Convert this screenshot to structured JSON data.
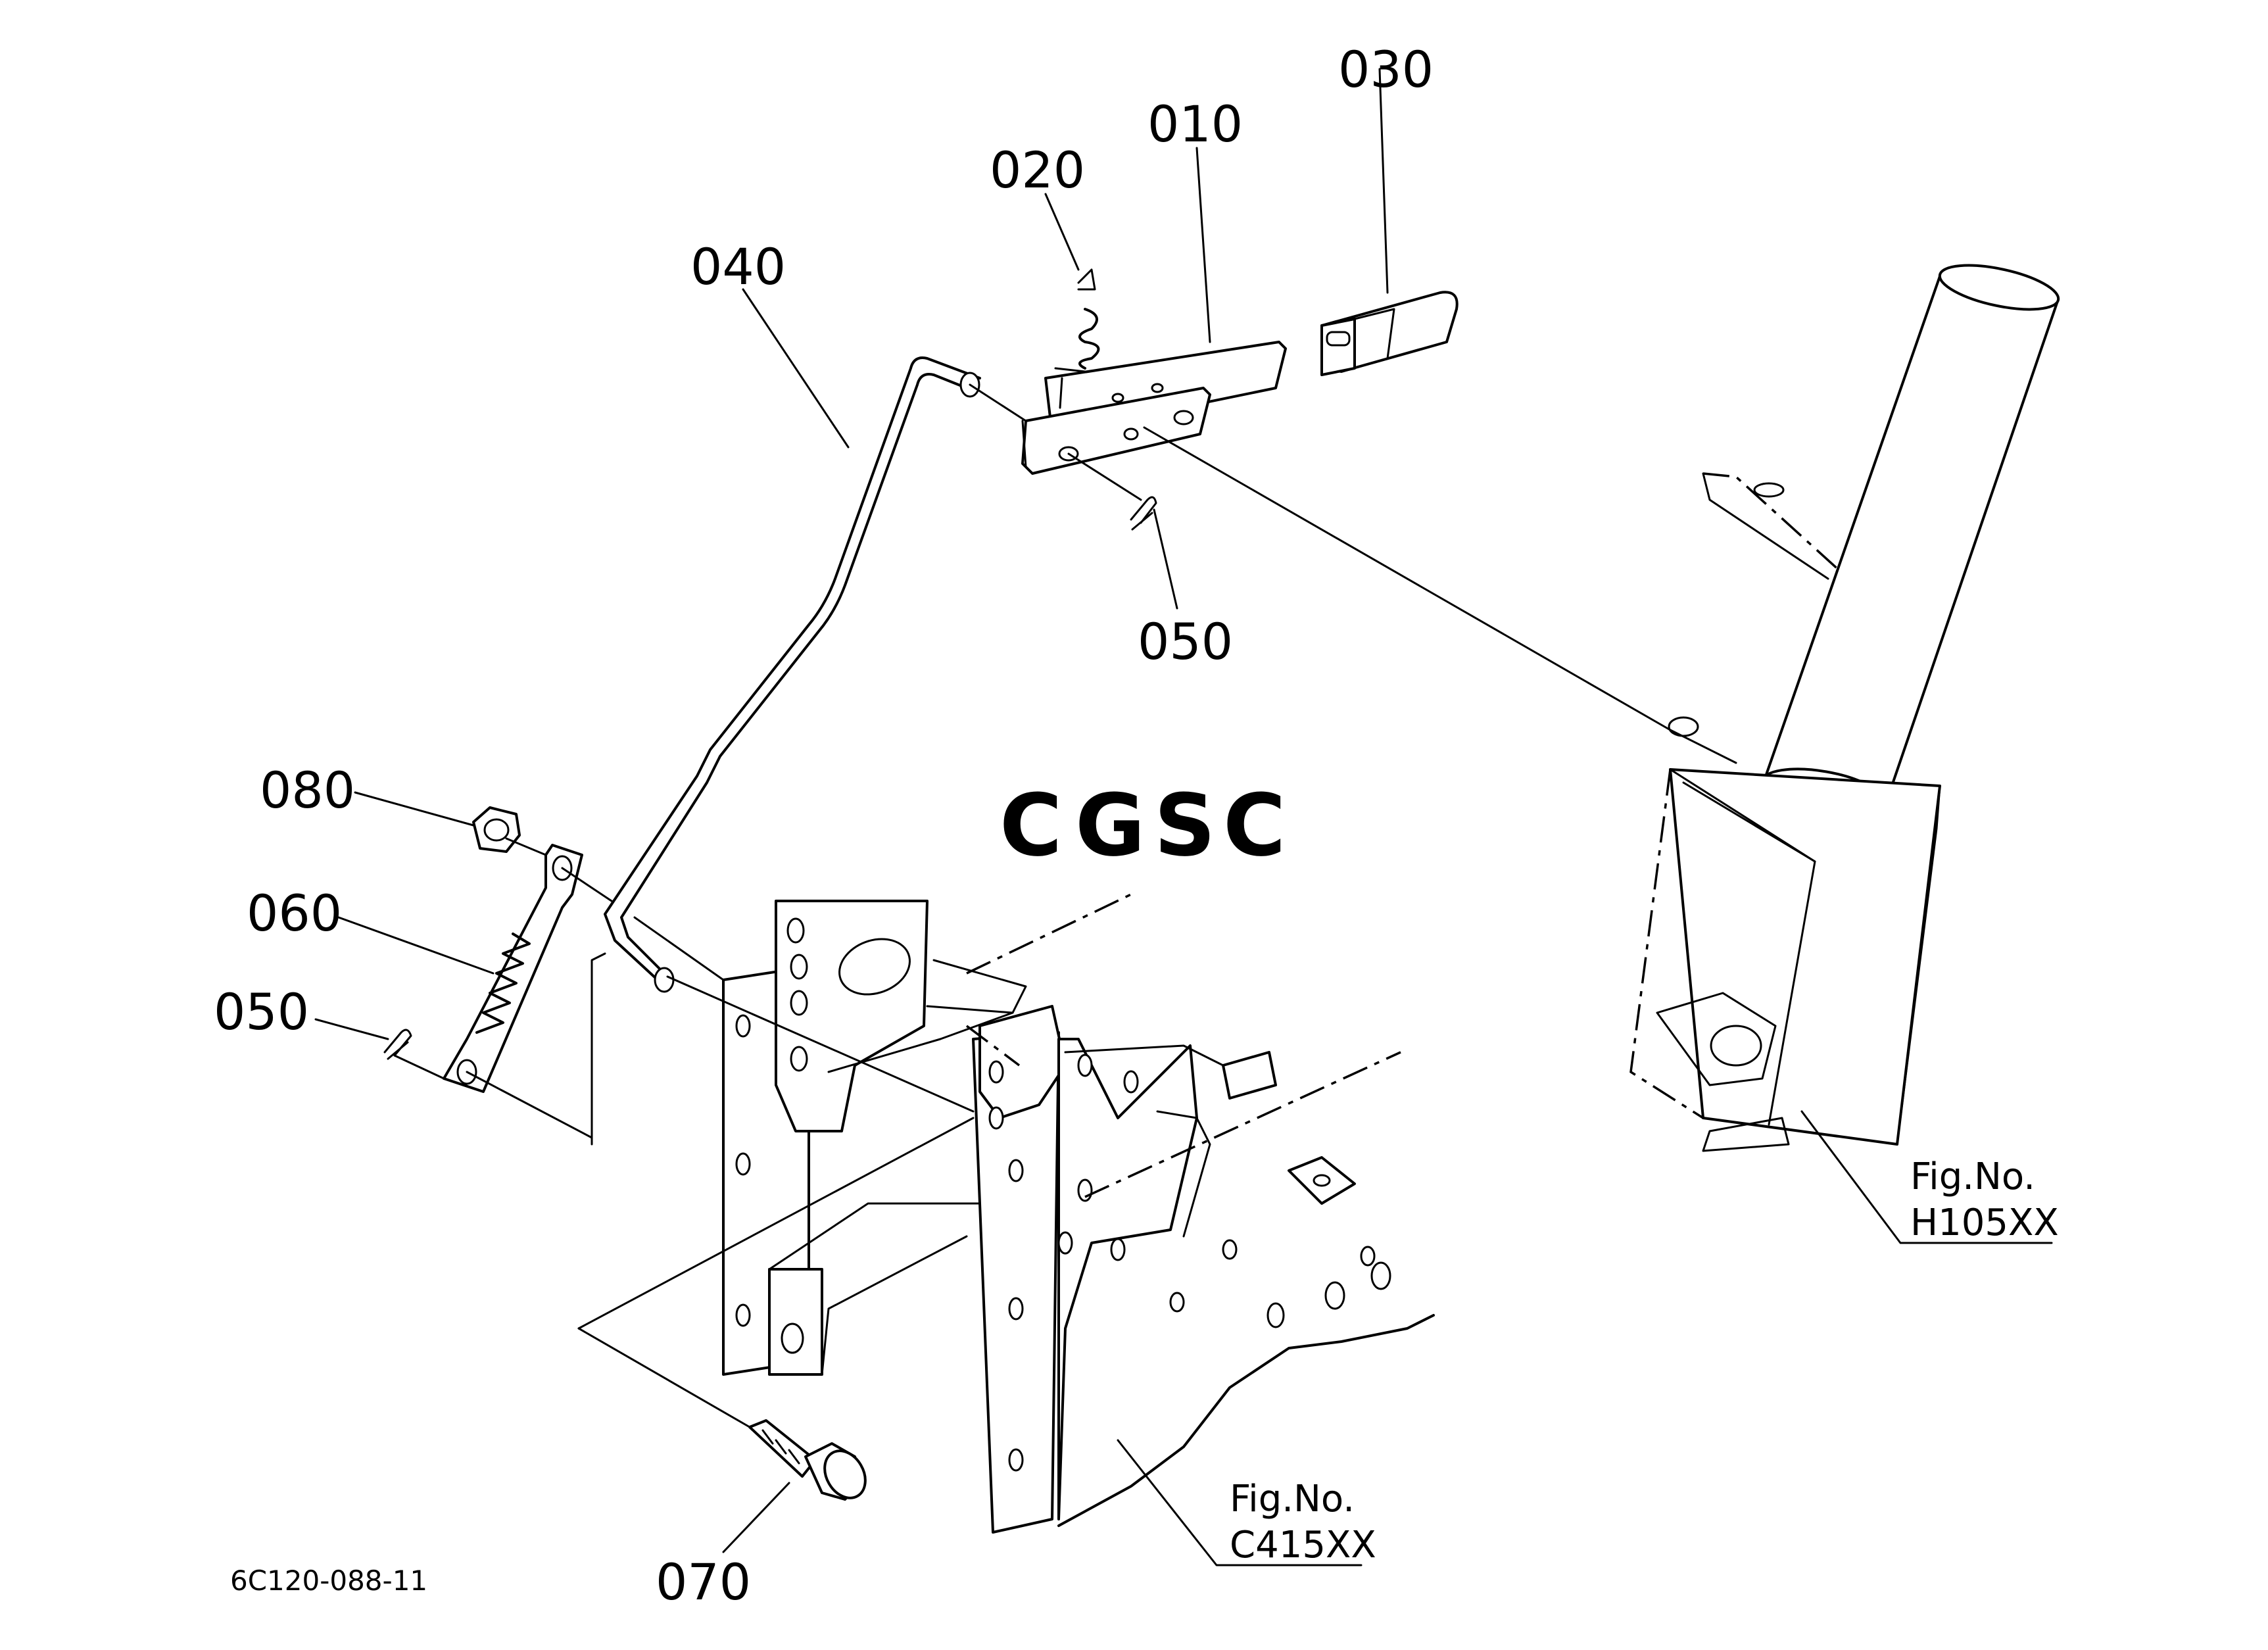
{
  "callouts": {
    "p010": "010",
    "p020": "020",
    "p030": "030",
    "p040": "040",
    "p050_top": "050",
    "p050_left": "050",
    "p060": "060",
    "p070": "070",
    "p080": "080"
  },
  "figure_refs": {
    "upper": {
      "line1": "Fig.No.",
      "line2": "H105XX"
    },
    "lower": {
      "line1": "Fig.No.",
      "line2": "C415XX"
    }
  },
  "drawing_code": "6C120-088-11",
  "watermark": {
    "letters": [
      "C",
      "G",
      "S",
      "C"
    ],
    "colors": [
      "#6f9be8",
      "#ea8b8b",
      "#f5d36b",
      "#7fc9a4"
    ]
  }
}
